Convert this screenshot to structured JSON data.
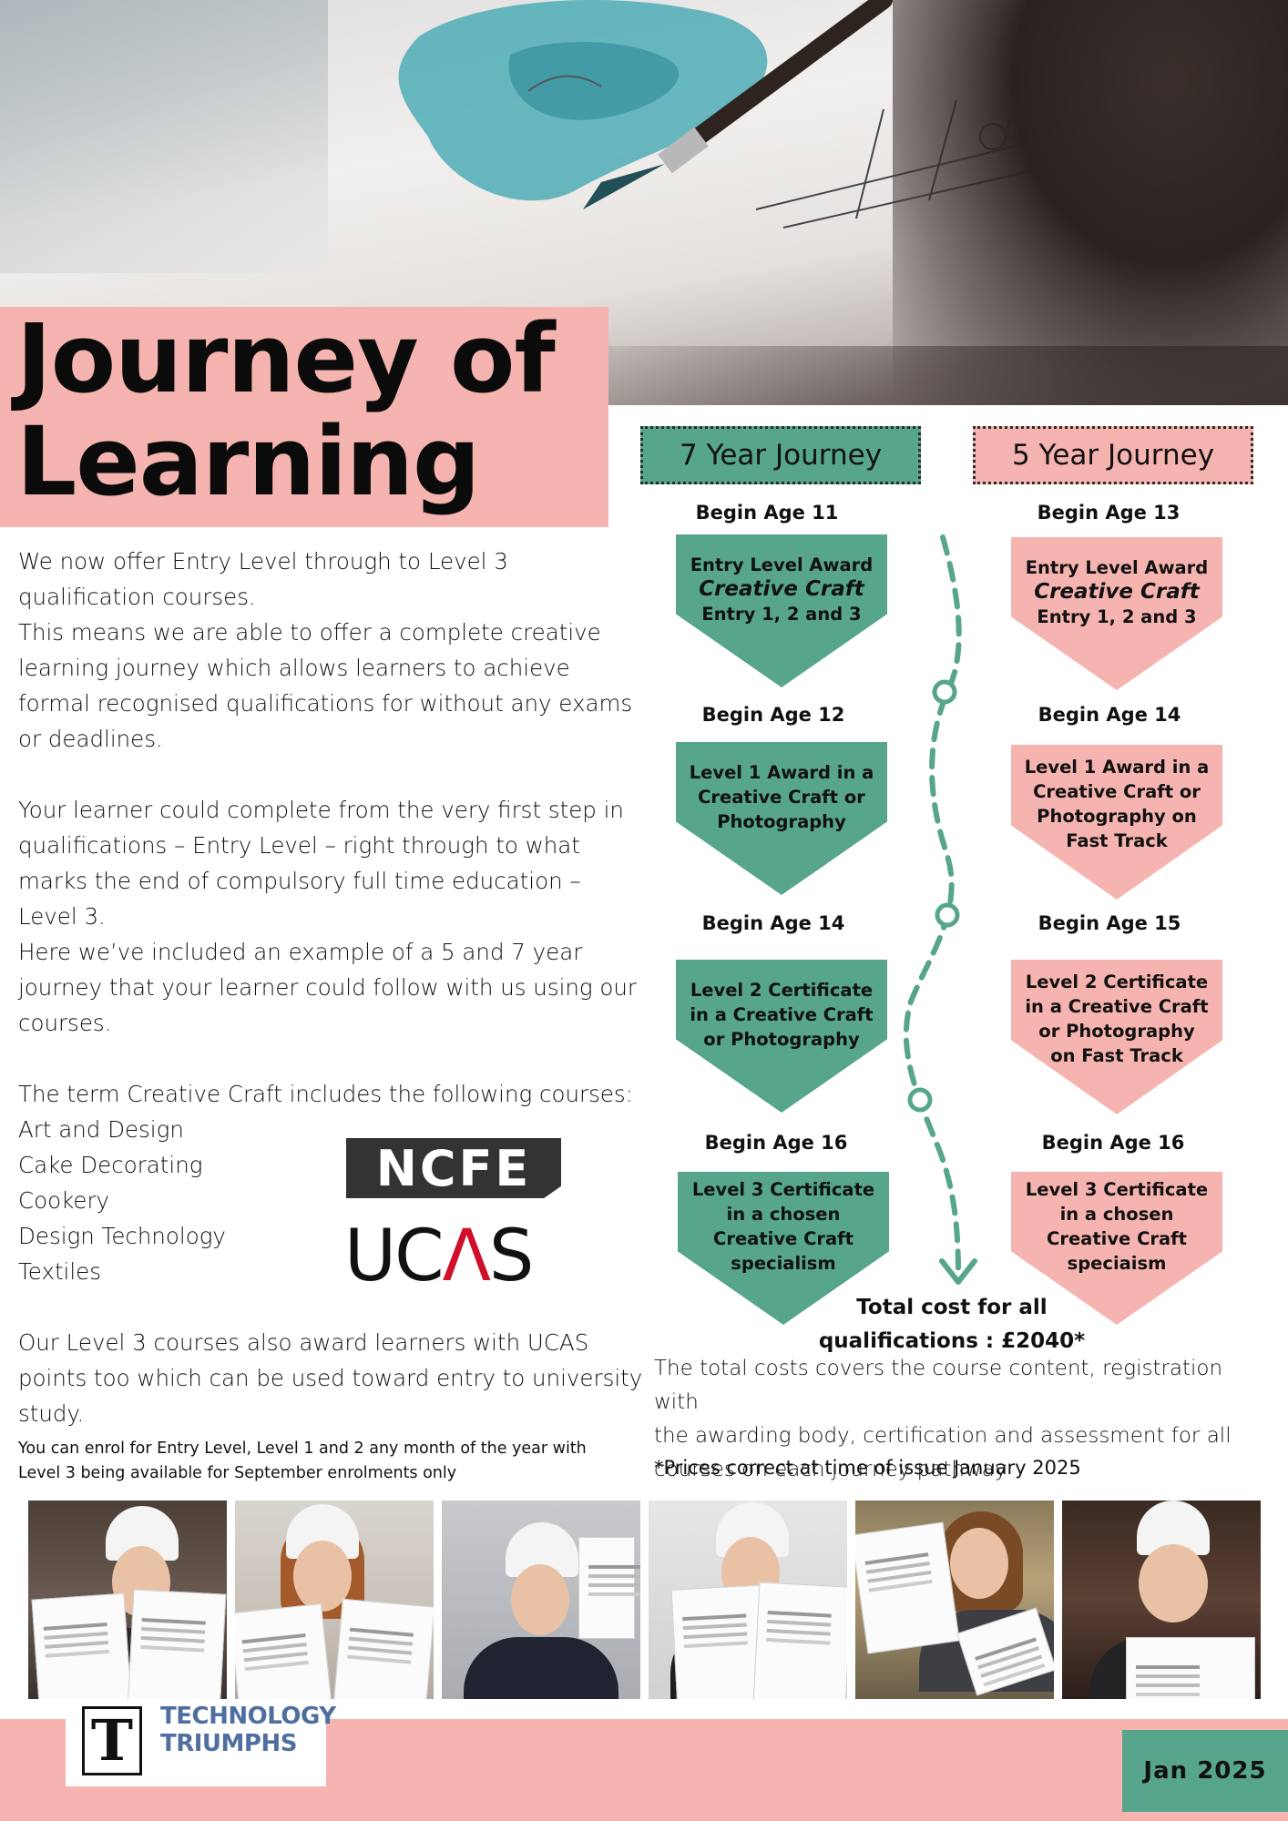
{
  "header": {
    "title_line1": "Journey of",
    "title_line2": "Learning"
  },
  "intro": {
    "p1_line1": "We now offer Entry Level through to Level 3",
    "p1_line2": "qualification courses.",
    "p2_line1": "This means we are able to offer a complete creative",
    "p2_line2": "learning journey which allows learners to achieve",
    "p2_line3": "formal recognised qualifications for without any exams",
    "p2_line4": "or deadlines.",
    "p3_line1": "Your learner could complete from the very first step in",
    "p3_line2": "qualifications – Entry Level – right through to what",
    "p3_line3": "marks the end of compulsory  full time education –",
    "p3_line4": "Level 3.",
    "p4_line1": "Here we’ve included an example of a 5 and 7 year",
    "p4_line2": "journey that your learner could follow with us using our",
    "p4_line3": "courses.",
    "craft_intro": "The term Creative Craft includes the following courses:",
    "courses": [
      "Art and Design",
      "Cake Decorating",
      "Cookery",
      "Design Technology",
      "Textiles"
    ],
    "ucas_line1": "Our Level 3 courses also award learners with UCAS",
    "ucas_line2": "points too which can be used toward entry to university",
    "ucas_line3": "study.",
    "enrol_line1": "You can enrol for Entry Level, Level 1 and 2 any month of the year with",
    "enrol_line2": "Level 3 being available for September enrolments only"
  },
  "logos": {
    "ncfe": "NCFE",
    "ucas_left": "UC",
    "ucas_mark": "Λ",
    "ucas_right": "S"
  },
  "journeys": {
    "seven": {
      "title": "7 Year Journey",
      "color": "#56a58c",
      "steps": [
        {
          "age": "Begin Age 11",
          "line1": "Entry Level Award",
          "line2": "Creative Craft",
          "line3": "Entry 1, 2 and 3"
        },
        {
          "age": "Begin Age 12",
          "text": "Level 1 Award in a Creative Craft  or Photography"
        },
        {
          "age": "Begin Age 14",
          "text": "Level 2 Certificate in a Creative Craft or Photography"
        },
        {
          "age": "Begin Age 16",
          "text": "Level 3 Certificate in a chosen Creative Craft specialism"
        }
      ]
    },
    "five": {
      "title": "5 Year Journey",
      "color": "#f6b4b0",
      "steps": [
        {
          "age": "Begin Age 13",
          "line1": "Entry Level Award",
          "line2": "Creative Craft",
          "line3": "Entry 1, 2 and 3"
        },
        {
          "age": "Begin Age 14",
          "text": "Level 1 Award in a Creative Craft  or Photography on Fast Track"
        },
        {
          "age": "Begin Age 15",
          "text": "Level 2 Certificate in a Creative Craft or Photography on Fast Track"
        },
        {
          "age": "Begin Age 16",
          "text": "Level 3 Certificate in a chosen Creative Craft speciaism"
        }
      ]
    }
  },
  "cost": {
    "total_line1": "Total cost for all",
    "total_line2": "qualifications : £2040*",
    "desc_line1": "The total costs covers the course content, registration with",
    "desc_line2": "the awarding body, certification and assessment for all",
    "desc_line3": "courses on each journey pathway",
    "note": "*Prices correct at time of issue January 2025"
  },
  "footer": {
    "brand_letter": "T",
    "brand_line1": "TECHNOLOGY",
    "brand_line2": "TRIUMPHS",
    "date": "Jan 2025"
  },
  "colors": {
    "pink": "#f6b4b0",
    "green": "#56a58c",
    "brand_blue": "#4f6fa0"
  }
}
